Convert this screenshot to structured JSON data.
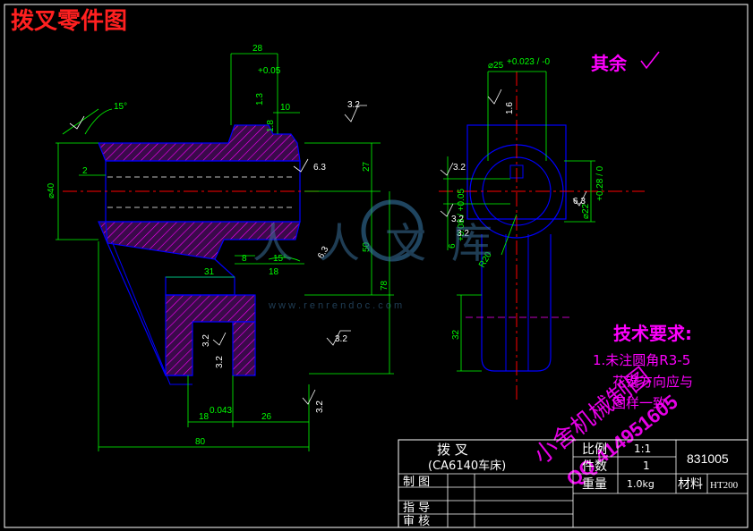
{
  "title": "拨叉零件图",
  "roughness_other": "其余",
  "dims": {
    "d28": "28",
    "d10": "10",
    "d2": "2",
    "d40": "⌀40",
    "d27": "27",
    "d50": "50",
    "d78": "78",
    "d31": "31",
    "d8": "8",
    "d18": "18",
    "d26": "26",
    "d80": "80",
    "d32": "32",
    "d6": "6",
    "d18tol": "18",
    "d25": "⌀25",
    "d22": "⌀22",
    "r20": "R20",
    "a15a": "15°",
    "a15b": "15°",
    "d13": "1.3",
    "d18b": "1.8"
  },
  "roughness": {
    "r1": "3.2",
    "r2": "6.3",
    "r3": "3.2",
    "r4": "3.2",
    "r5": "3.2",
    "r6": "1.6",
    "r7": "6.3",
    "r8": "3.2",
    "r9": "3.2",
    "r10": "3.2",
    "r11": "6.3",
    "r12": "3.2"
  },
  "tolerances": {
    "t25": "+0.023 / -0",
    "t22": "+0.28 / 0",
    "t6": "+0.08 / +0.05",
    "t18": "0.043",
    "t8": "+0.05"
  },
  "tech": {
    "heading": "技术要求:",
    "line1": "1.未注圆角R3-5",
    "line2": "花键方向应与",
    "line3": "图样一致"
  },
  "watermark": {
    "brand": "人人文库",
    "url": "w w w . r e n r e n d o c . c o m",
    "stamp": "小舍机械制图",
    "qq": "QQ 414951605"
  },
  "titleblock": {
    "part": "拨    叉",
    "machine": "(CA6140车床)",
    "ratio_label": "比例",
    "ratio": "1:1",
    "qty_label": "件数",
    "qty": "1",
    "weight_label": "重量",
    "weight": "1.0kg",
    "material_label": "材料",
    "material": "HT200",
    "number": "831005",
    "drawn": "制    图",
    "guide": "指    导",
    "check": "审    核"
  }
}
